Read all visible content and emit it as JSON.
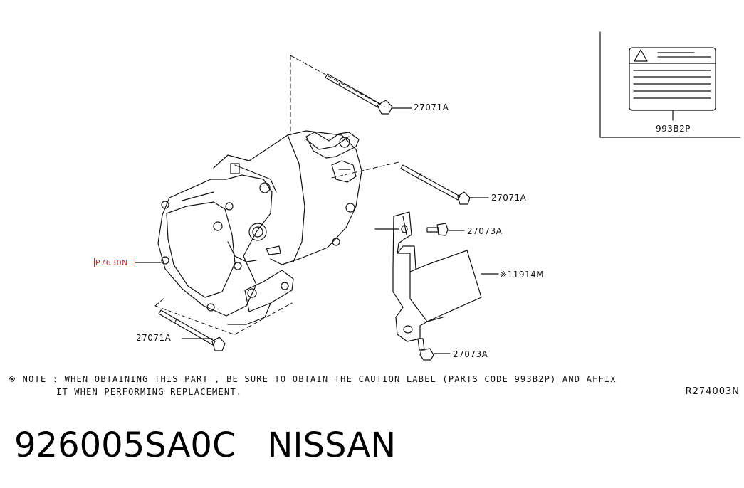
{
  "diagram": {
    "callouts": {
      "bolt_top": "27071A",
      "bolt_right": "27071A",
      "bolt_bottom": "27071A",
      "screw_upper": "27073A",
      "screw_lower": "27073A",
      "bracket": "※11914M",
      "compressor": "P7630N",
      "caution_label": "993B2P"
    },
    "note_line1": "※ NOTE : WHEN OBTAINING THIS PART , BE SURE TO OBTAIN THE CAUTION LABEL (PARTS CODE 993B2P) AND AFFIX",
    "note_line2": "IT WHEN PERFORMING REPLACEMENT.",
    "reference_code": "R274003N"
  },
  "footer": {
    "part_number": "926005SA0C",
    "brand": "NISSAN"
  },
  "colors": {
    "highlight": "#e02020",
    "line": "#111111"
  }
}
